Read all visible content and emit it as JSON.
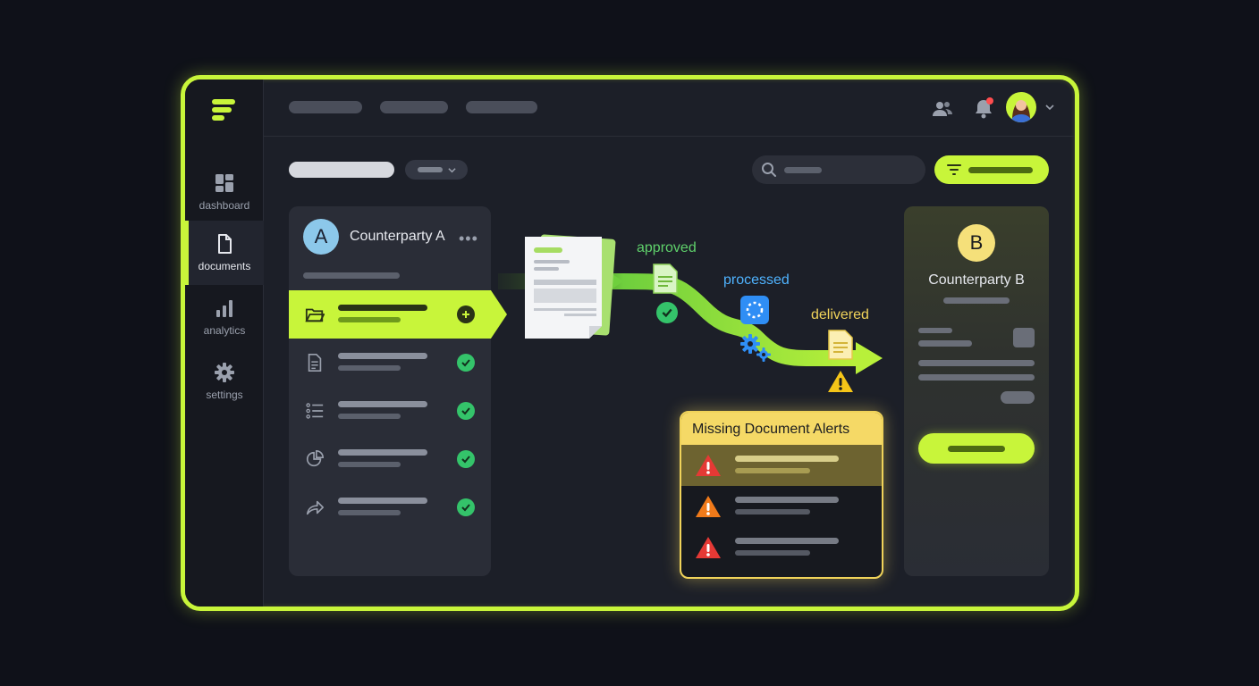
{
  "sidebar": {
    "items": [
      {
        "label": "dashboard",
        "icon": "grid-icon"
      },
      {
        "label": "documents",
        "icon": "file-icon",
        "active": true
      },
      {
        "label": "analytics",
        "icon": "bar-chart-icon"
      },
      {
        "label": "settings",
        "icon": "gear-icon"
      }
    ]
  },
  "header": {
    "notification_dot_color": "#ff4d4f"
  },
  "counterparty_a": {
    "avatar_letter": "A",
    "title": "Counterparty A",
    "more": "•••"
  },
  "counterparty_b": {
    "avatar_letter": "B",
    "title": "Counterparty B"
  },
  "flow": {
    "approved": "approved",
    "processed": "processed",
    "delivered": "delivered"
  },
  "alerts": {
    "title": "Missing Document Alerts"
  },
  "colors": {
    "accent": "#c8f53a",
    "success": "#34c36a",
    "warning": "#f5d966",
    "danger": "#e53935",
    "processed": "#4fb3ff"
  }
}
